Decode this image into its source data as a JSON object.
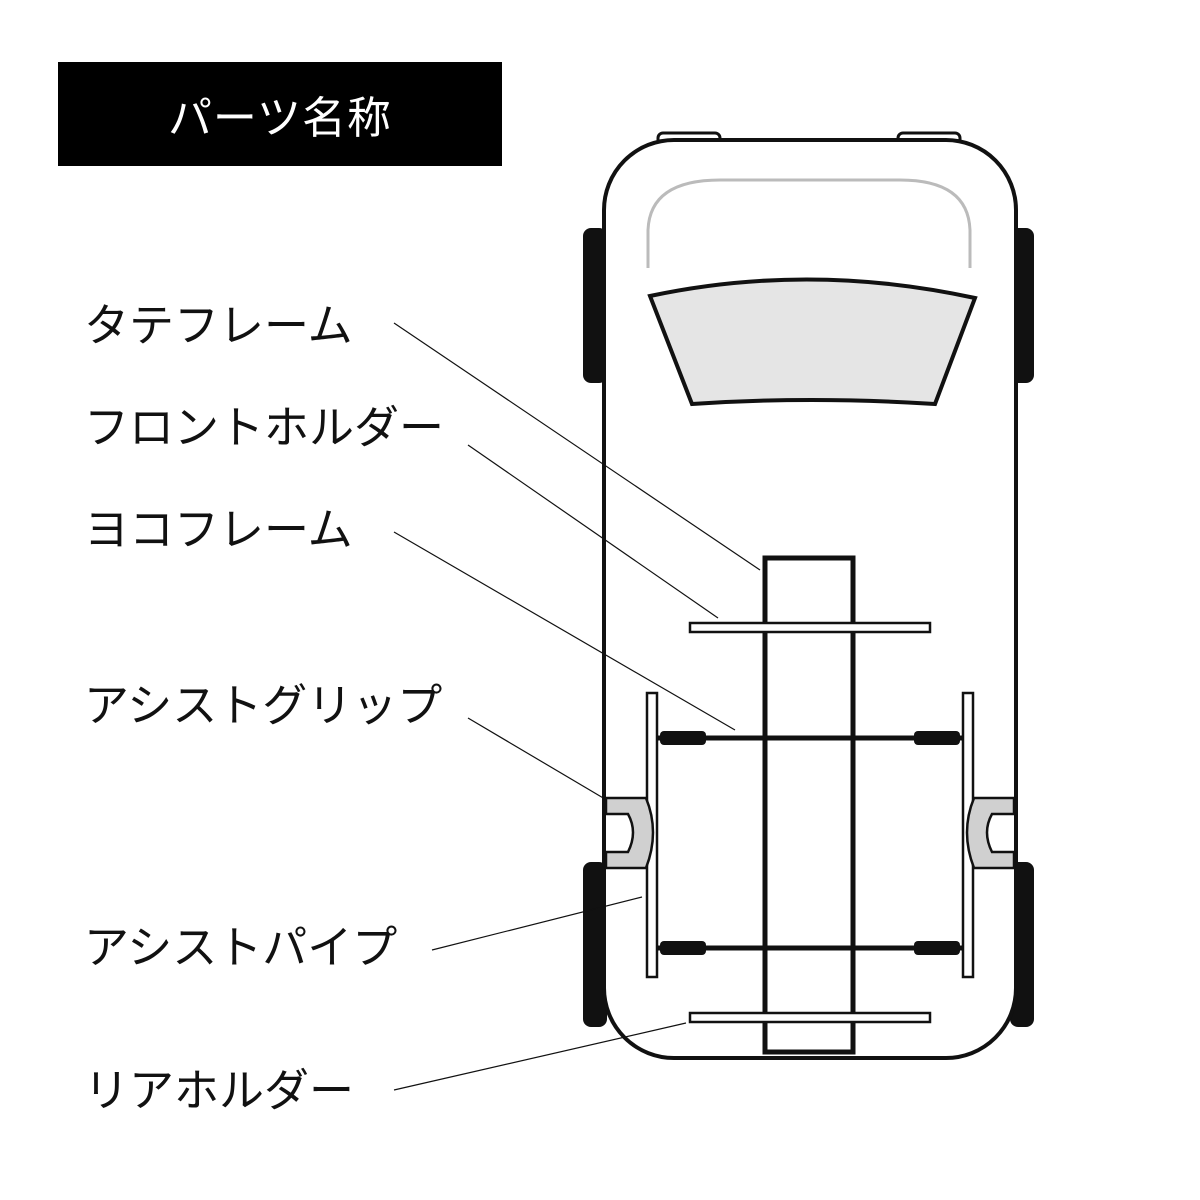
{
  "title": "パーツ名称",
  "labels": {
    "tate_frame": "タテフレーム",
    "front_holder": "フロントホルダー",
    "yoko_frame": "ヨコフレーム",
    "assist_grip": "アシストグリップ",
    "assist_pipe": "アシストパイプ",
    "rear_holder": "リアホルダー"
  },
  "colors": {
    "outline": "#111111",
    "windshield_fill": "#e5e5e5",
    "grip_fill": "#d0d0d0",
    "title_bg": "#000000",
    "title_text": "#ffffff"
  }
}
